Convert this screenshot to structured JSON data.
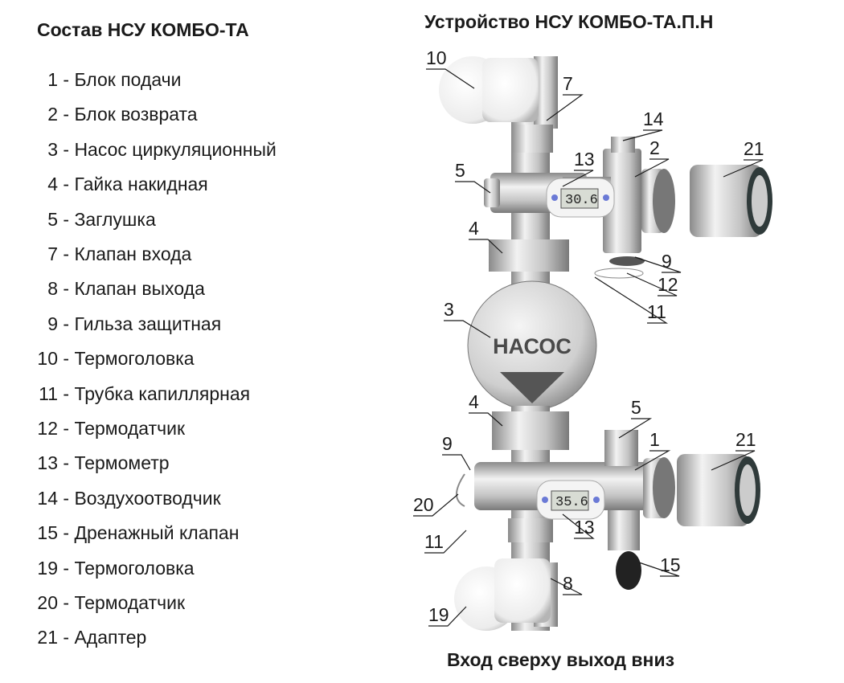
{
  "left_title": "Состав НСУ КОМБО-ТА",
  "right_title": "Устройство НСУ КОМБО-ТА.П.Н",
  "caption": "Вход сверху выход вниз",
  "parts": [
    {
      "num": "1",
      "label": "- Блок подачи"
    },
    {
      "num": "2",
      "label": "- Блок возврата"
    },
    {
      "num": "3",
      "label": "- Насос циркуляционный"
    },
    {
      "num": "4",
      "label": "- Гайка накидная"
    },
    {
      "num": "5",
      "label": "- Заглушка"
    },
    {
      "num": "7",
      "label": "- Клапан входа"
    },
    {
      "num": "8",
      "label": "- Клапан выхода"
    },
    {
      "num": "9",
      "label": "- Гильза защитная"
    },
    {
      "num": "10",
      "label": "- Термоголовка"
    },
    {
      "num": "11",
      "label": "- Трубка капиллярная"
    },
    {
      "num": "12",
      "label": "- Термодатчик"
    },
    {
      "num": "13",
      "label": "- Термометр"
    },
    {
      "num": "14",
      "label": "- Воздухоотводчик"
    },
    {
      "num": "15",
      "label": "- Дренажный клапан"
    },
    {
      "num": "19",
      "label": "- Термоголовка"
    },
    {
      "num": "20",
      "label": "- Термодатчик"
    },
    {
      "num": "21",
      "label": "- Адаптер"
    }
  ],
  "diagram": {
    "pump_label": "НАСОС",
    "thermo_top": "30.6",
    "thermo_bottom": "35.6",
    "callouts": [
      "10",
      "7",
      "14",
      "2",
      "21",
      "13",
      "5",
      "4",
      "9",
      "12",
      "11",
      "3",
      "4",
      "5",
      "1",
      "21",
      "9",
      "20",
      "13",
      "11",
      "15",
      "8",
      "19"
    ]
  }
}
